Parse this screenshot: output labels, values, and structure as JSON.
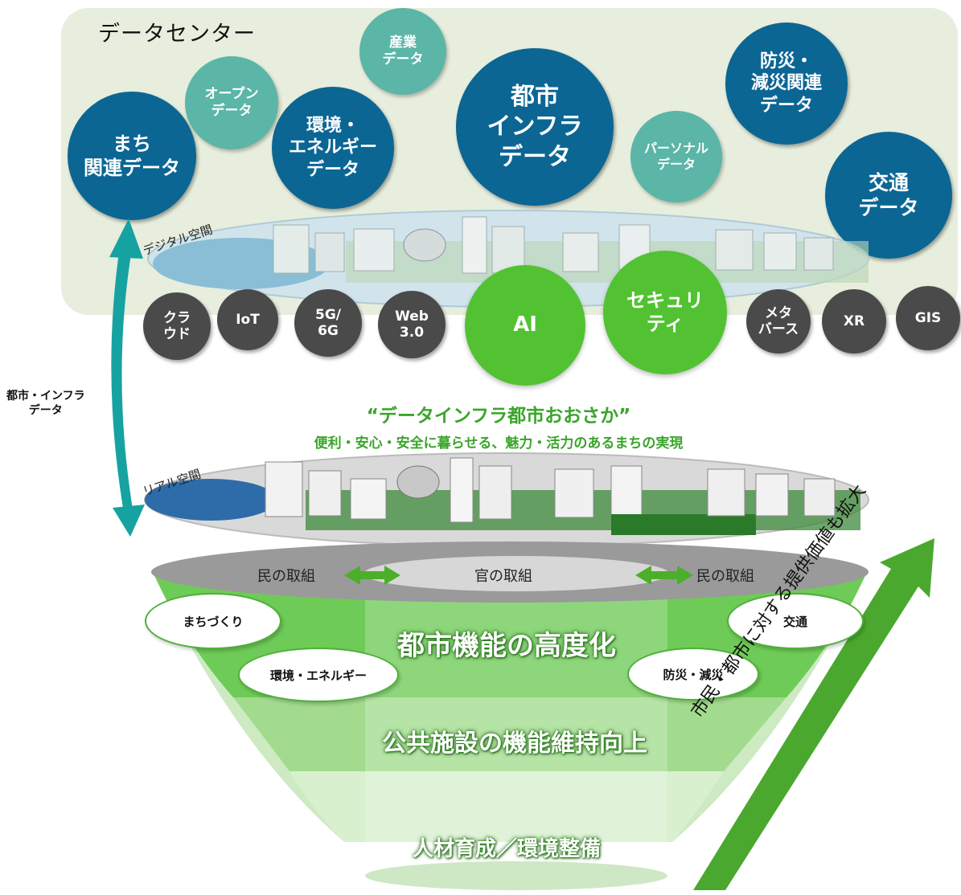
{
  "data_center": {
    "title": "データセンター",
    "bubbles": [
      {
        "label": "まち\n関連データ",
        "style": "dark"
      },
      {
        "label": "オープン\nデータ",
        "style": "teal"
      },
      {
        "label": "産業\nデータ",
        "style": "teal"
      },
      {
        "label": "環境・\nエネルギー\nデータ",
        "style": "dark"
      },
      {
        "label": "都市\nインフラ\nデータ",
        "style": "dark"
      },
      {
        "label": "パーソナル\nデータ",
        "style": "teal"
      },
      {
        "label": "防災・\n減災関連\nデータ",
        "style": "dark"
      },
      {
        "label": "交通\nデータ",
        "style": "dark"
      }
    ]
  },
  "digital_space_label": "デジタル空間",
  "real_space_label": "リアル空間",
  "side_label": "都市・インフラ\nデータ",
  "technologies": [
    {
      "label": "クラ\nウド"
    },
    {
      "label": "IoT"
    },
    {
      "label": "5G/\n6G"
    },
    {
      "label": "Web\n3.0"
    },
    {
      "label": "AI",
      "highlight": true
    },
    {
      "label": "セキュリ\nティ",
      "highlight": true
    },
    {
      "label": "メタ\nバース"
    },
    {
      "label": "XR"
    },
    {
      "label": "GIS"
    }
  ],
  "vision": {
    "title": "“データインフラ都市おおさか”",
    "subtitle": "便利・安心・安全に暮らせる、魅力・活力のあるまちの実現"
  },
  "funnel": {
    "left_label": "民の取組",
    "center_label": "官の取組",
    "right_label": "民の取組",
    "bands": [
      "都市機能の高度化",
      "公共施設の機能維持向上",
      "人材育成／環境整備"
    ],
    "ovals": [
      "まちづくり",
      "環境・エネルギー",
      "交通",
      "防災・減災"
    ]
  },
  "value_arrow_text": "市民・都市に対する提供価値も拡大",
  "colors": {
    "dark_bubble": "#0b6694",
    "teal_bubble": "#5bb6a7",
    "tech_gray": "#4a4a4a",
    "accent_green": "#52c233",
    "panel_bg": "#e7eedd"
  }
}
